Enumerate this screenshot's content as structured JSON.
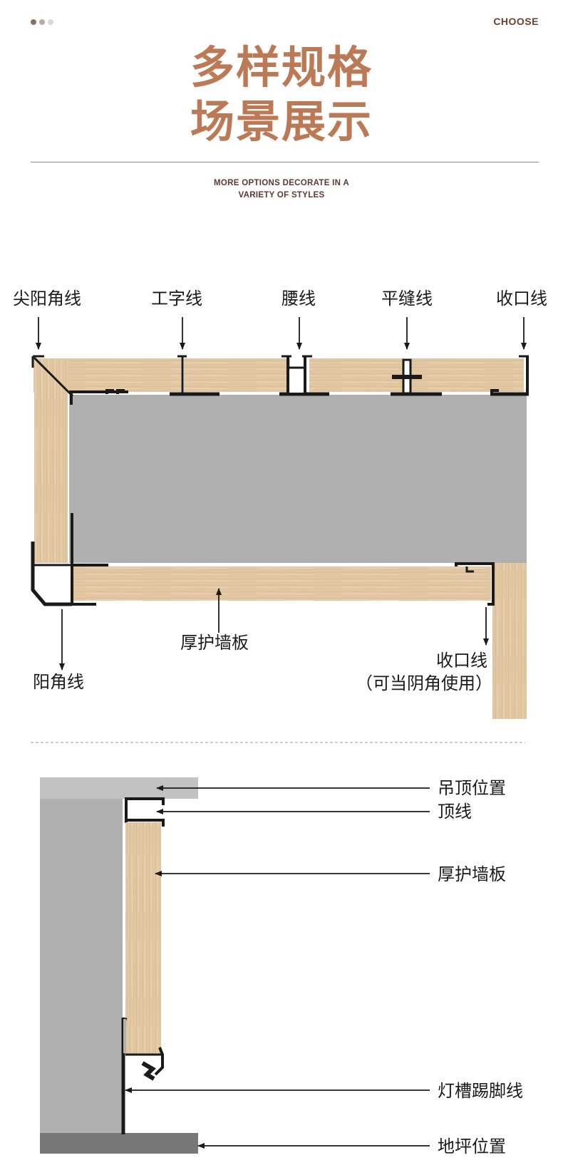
{
  "header": {
    "dot_colors": [
      "#8c6f66",
      "#b9aaa5",
      "#dcd5d2"
    ],
    "choose": "CHOOSE",
    "title_line1": "多样规格",
    "title_line2": "场景展示",
    "subtitle_line1": "MORE OPTIONS DECORATE IN A",
    "subtitle_line2": "VARIETY OF STYLES",
    "accent_color": "#bb7a55"
  },
  "top_diagram": {
    "labels": {
      "sharp_outer_corner": "尖阳角线",
      "i_profile": "工字线",
      "waist_line": "腰线",
      "flat_joint": "平缝线",
      "edge_trim_top": "收口线",
      "thick_wall_panel": "厚护墙板",
      "outer_corner": "阳角线",
      "edge_trim_bottom": "收口线",
      "edge_trim_note": "（可当阴角使用）"
    }
  },
  "bottom_diagram": {
    "labels": {
      "ceiling_position": "吊顶位置",
      "top_line": "顶线",
      "thick_wall_panel": "厚护墙板",
      "light_groove_skirting": "灯槽踢脚线",
      "floor_position": "地坪位置"
    }
  },
  "colors": {
    "wood": "#e2c7a3",
    "wall": "#b0b0b0",
    "ceiling": "#c2c2c2",
    "floor": "#777777",
    "metal": "#1a1a1a"
  }
}
